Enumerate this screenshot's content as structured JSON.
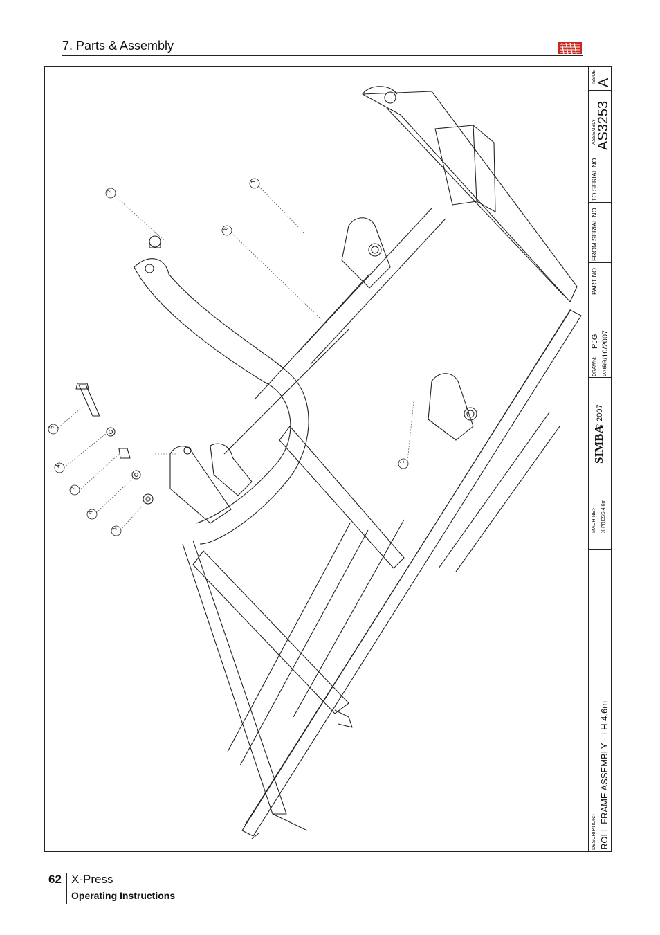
{
  "header": {
    "section_title": "7. Parts & Assembly"
  },
  "logo": {
    "brand_color": "#c8281e"
  },
  "title_block": {
    "issue_label": "ISSUE",
    "issue_value": "A",
    "assembly_label": "ASSEMBLY",
    "assembly_value": "AS3253",
    "to_serial_label": "TO SERIAL NO.",
    "from_serial_label": "FROM SERIAL NO.",
    "part_no_label": "PART NO.",
    "drawn_label": "DRAWN:-",
    "drawn_value": "PJG",
    "date_label": "DATE:-",
    "date_value": "09/10/2007",
    "copyright": "© 2007",
    "company": "SIMBA",
    "machine_label": "MACHINE:-",
    "machine_value": "X-PRESS 4.6m",
    "description_label": "DESCRIPTION:-",
    "description_value": "ROLL FRAME ASSEMBLY - LH 4.6m"
  },
  "callouts": [
    "1",
    "1",
    "2",
    "2",
    "3",
    "4",
    "4",
    "5",
    "6"
  ],
  "footer": {
    "page_number": "62",
    "product": "X-Press",
    "subtitle": "Operating Instructions"
  }
}
